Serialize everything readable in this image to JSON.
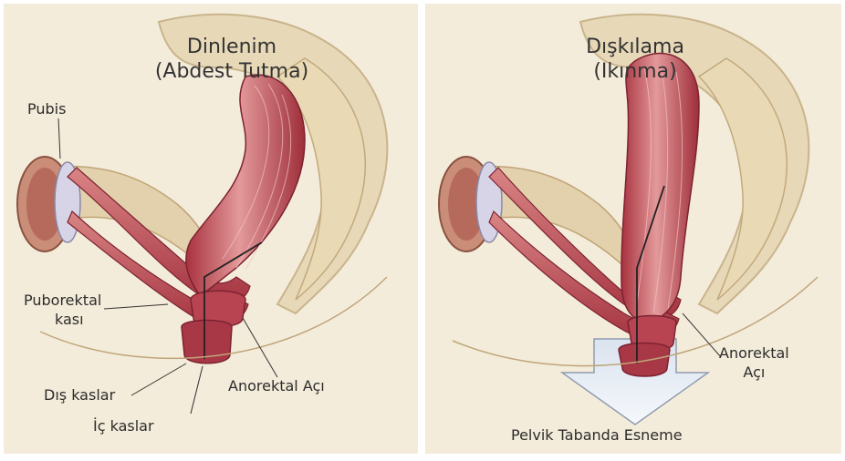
{
  "left_panel": {
    "title_line1": "Dinlenim",
    "title_line2": "(Abdest Tutma)",
    "labels": {
      "pubis": "Pubis",
      "puborektal_1": "Puborektal",
      "puborektal_2": "kası",
      "dis_kaslar": "Dış kaslar",
      "ic_kaslar": "İç kaslar",
      "anorektal": "Anorektal Açı"
    }
  },
  "right_panel": {
    "title_line1": "Dışkılama",
    "title_line2": "(Ikınma)",
    "labels": {
      "anorektal_1": "Anorektal",
      "anorektal_2": "Açı",
      "pelvik": "Pelvik Tabanda Esneme"
    }
  },
  "colors": {
    "background": "#f4ecda",
    "bone": "#e7d8b8",
    "muscle": "#b6434f",
    "muscle_light": "#dd8a8a",
    "arrow_fill": "#e8eef7"
  }
}
